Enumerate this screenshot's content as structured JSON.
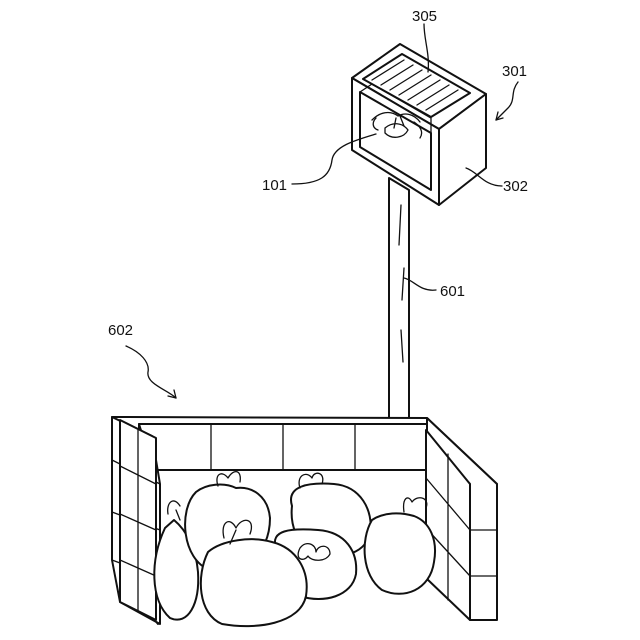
{
  "labels": {
    "box_top": "305",
    "device": "301",
    "box_side": "302",
    "camera": "101",
    "pole": "601",
    "enclosure": "602"
  }
}
